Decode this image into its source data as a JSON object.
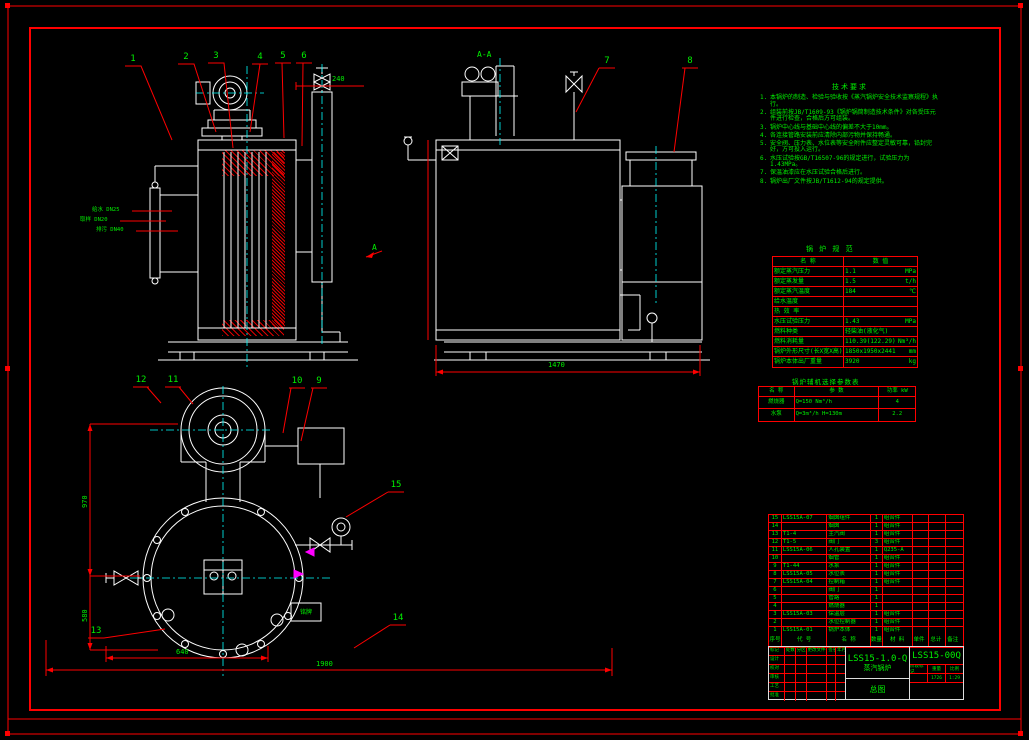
{
  "notes": {
    "title": "技术要求",
    "items": [
      {
        "n": "1.",
        "text": "本锅炉的制造、检验与验收按《蒸汽锅炉安全技术监察规程》执行。"
      },
      {
        "n": "2.",
        "text": "组装前按JB/T1609-93《锅炉锅筒制造技术条件》对各受压元件进行检查，合格后方可组装。"
      },
      {
        "n": "3.",
        "text": "锅炉中心线与基础中心线的偏差不大于10mm。"
      },
      {
        "n": "4.",
        "text": "各连接管路安装前应清除内部污物并保持畅通。"
      },
      {
        "n": "5.",
        "text": "安全阀、压力表、水位表等安全附件应整定灵敏可靠，铅封完好，方可投入运行。"
      },
      {
        "n": "6.",
        "text": "水压试验按GB/T16507-96的规定进行，试验压力为1.43MPa。"
      },
      {
        "n": "7.",
        "text": "保温油漆应在水压试验合格后进行。"
      },
      {
        "n": "8.",
        "text": "锅炉出厂文件按JB/T1612-94的规定提供。"
      }
    ]
  },
  "section_labels": {
    "aa": "A-A",
    "a": "A"
  },
  "balloons": {
    "b1": "1",
    "b2": "2",
    "b3": "3",
    "b4": "4",
    "b5": "5",
    "b6": "6",
    "b7": "7",
    "b8": "8",
    "b9": "9",
    "b10": "10",
    "b11": "11",
    "b12": "12",
    "b13": "13",
    "b14": "14",
    "b15": "15"
  },
  "dims": {
    "d240": "240",
    "d1470": "1470",
    "d640": "640",
    "d1900": "1900",
    "d970": "970",
    "d580": "580"
  },
  "ports": {
    "p1": "给水 DN25",
    "p2": "取样 DN20",
    "p3": "排污 DN40"
  },
  "nameplate": "铭牌",
  "spec_table": {
    "title": "锅 炉 规 范",
    "col_name": "名  称",
    "col_value": "数 值",
    "rows": [
      {
        "label": "额定蒸汽压力",
        "value": "1.1",
        "unit": "MPa"
      },
      {
        "label": "额定蒸发量",
        "value": "1.5",
        "unit": "t/h"
      },
      {
        "label": "额定蒸汽温度",
        "value": "184",
        "unit": "℃"
      },
      {
        "label": "给水温度",
        "value": "",
        "unit": ""
      },
      {
        "label": "热 效 率",
        "value": "",
        "unit": ""
      },
      {
        "label": "水压试验压力",
        "value": "1.43",
        "unit": "MPa"
      },
      {
        "label": "燃料种类",
        "value": "轻柴油(液化气)",
        "unit": ""
      },
      {
        "label": "燃料消耗量",
        "value": "110.39(122.29)",
        "unit": "Nm³/h"
      },
      {
        "label": "锅炉外形尺寸(长X宽X高)",
        "value": "1850x1950x2441",
        "unit": "mm"
      },
      {
        "label": "锅炉本体出厂重量",
        "value": "3920",
        "unit": "kg"
      }
    ]
  },
  "aux_table": {
    "title": "锅炉辅机选择参数表",
    "headers": {
      "name": "名  称",
      "param": "参  数",
      "power": "功率 kW"
    },
    "rows": [
      {
        "name": "燃烧器",
        "param": "Q=150 Nm³/h",
        "power": "4"
      },
      {
        "name": "水泵",
        "param": "Q=3m³/h  H=130m",
        "power": "2.2"
      }
    ]
  },
  "bom": {
    "headers": {
      "no": "序号",
      "code": "代  号",
      "name": "名  称",
      "qty": "数量",
      "mat": "材  料",
      "uw": "单件",
      "tw": "总计",
      "rk": "备注"
    },
    "rows": [
      {
        "no": "15",
        "code": "LSS15A-07",
        "name": "烟囱组件",
        "qty": "1",
        "mat": "组合件",
        "uw": "",
        "tw": "",
        "rk": ""
      },
      {
        "no": "14",
        "code": "",
        "name": "烟囱",
        "qty": "1",
        "mat": "组合件",
        "uw": "",
        "tw": "",
        "rk": ""
      },
      {
        "no": "13",
        "code": "T1-4",
        "name": "主汽阀",
        "qty": "1",
        "mat": "组合件",
        "uw": "",
        "tw": "",
        "rk": ""
      },
      {
        "no": "12",
        "code": "T1-5",
        "name": "阀门",
        "qty": "3",
        "mat": "组合件",
        "uw": "",
        "tw": "",
        "rk": ""
      },
      {
        "no": "11",
        "code": "LSS15A-06",
        "name": "人孔装置",
        "qty": "1",
        "mat": "Q235-A",
        "uw": "",
        "tw": "",
        "rk": ""
      },
      {
        "no": "10",
        "code": "",
        "name": "烟管",
        "qty": "1",
        "mat": "组合件",
        "uw": "",
        "tw": "",
        "rk": ""
      },
      {
        "no": "9",
        "code": "T1-44",
        "name": "水泵",
        "qty": "1",
        "mat": "组合件",
        "uw": "",
        "tw": "",
        "rk": ""
      },
      {
        "no": "8",
        "code": "LSS15A-05",
        "name": "水位表",
        "qty": "1",
        "mat": "组合件",
        "uw": "",
        "tw": "",
        "rk": ""
      },
      {
        "no": "7",
        "code": "LSS15A-04",
        "name": "控制箱",
        "qty": "1",
        "mat": "组合件",
        "uw": "",
        "tw": "",
        "rk": ""
      },
      {
        "no": "6",
        "code": "",
        "name": "阀门",
        "qty": "1",
        "mat": "",
        "uw": "",
        "tw": "",
        "rk": ""
      },
      {
        "no": "5",
        "code": "",
        "name": "管路",
        "qty": "1",
        "mat": "",
        "uw": "",
        "tw": "",
        "rk": ""
      },
      {
        "no": "4",
        "code": "",
        "name": "燃烧器",
        "qty": "1",
        "mat": "",
        "uw": "",
        "tw": "",
        "rk": ""
      },
      {
        "no": "3",
        "code": "LSS15A-03",
        "name": "保温层",
        "qty": "1",
        "mat": "组合件",
        "uw": "",
        "tw": "",
        "rk": ""
      },
      {
        "no": "2",
        "code": "",
        "name": "水位控制器",
        "qty": "1",
        "mat": "组合件",
        "uw": "",
        "tw": "",
        "rk": ""
      },
      {
        "no": "1",
        "code": "LSS15A-01",
        "name": "锅炉本体",
        "qty": "1",
        "mat": "组合件",
        "uw": "",
        "tw": "",
        "rk": ""
      }
    ]
  },
  "title_block": {
    "model": "LSS15-1.0-Q",
    "product_name": "蒸汽锅炉",
    "view_name": "总图",
    "drawing_no": "LSS15-00Q",
    "stage_label": "阶段标记",
    "weight_label": "重量",
    "scale_label": "比例",
    "stage": "",
    "weight": "1726",
    "scale": "1:29",
    "left_rows": [
      {
        "c1": "标记",
        "c2": "处数",
        "c3": "分区",
        "c4": "更改文件号",
        "c5": "签名",
        "c6": "年月日"
      },
      {
        "c1": "设计",
        "c2": "",
        "c3": "",
        "c4": "",
        "c5": "",
        "c6": ""
      },
      {
        "c1": "校对",
        "c2": "",
        "c3": "",
        "c4": "",
        "c5": "",
        "c6": ""
      },
      {
        "c1": "审核",
        "c2": "",
        "c3": "",
        "c4": "",
        "c5": "",
        "c6": ""
      },
      {
        "c1": "工艺",
        "c2": "",
        "c3": "",
        "c4": "",
        "c5": "",
        "c6": ""
      },
      {
        "c1": "批准",
        "c2": "",
        "c3": "",
        "c4": "",
        "c5": "",
        "c6": ""
      }
    ]
  }
}
